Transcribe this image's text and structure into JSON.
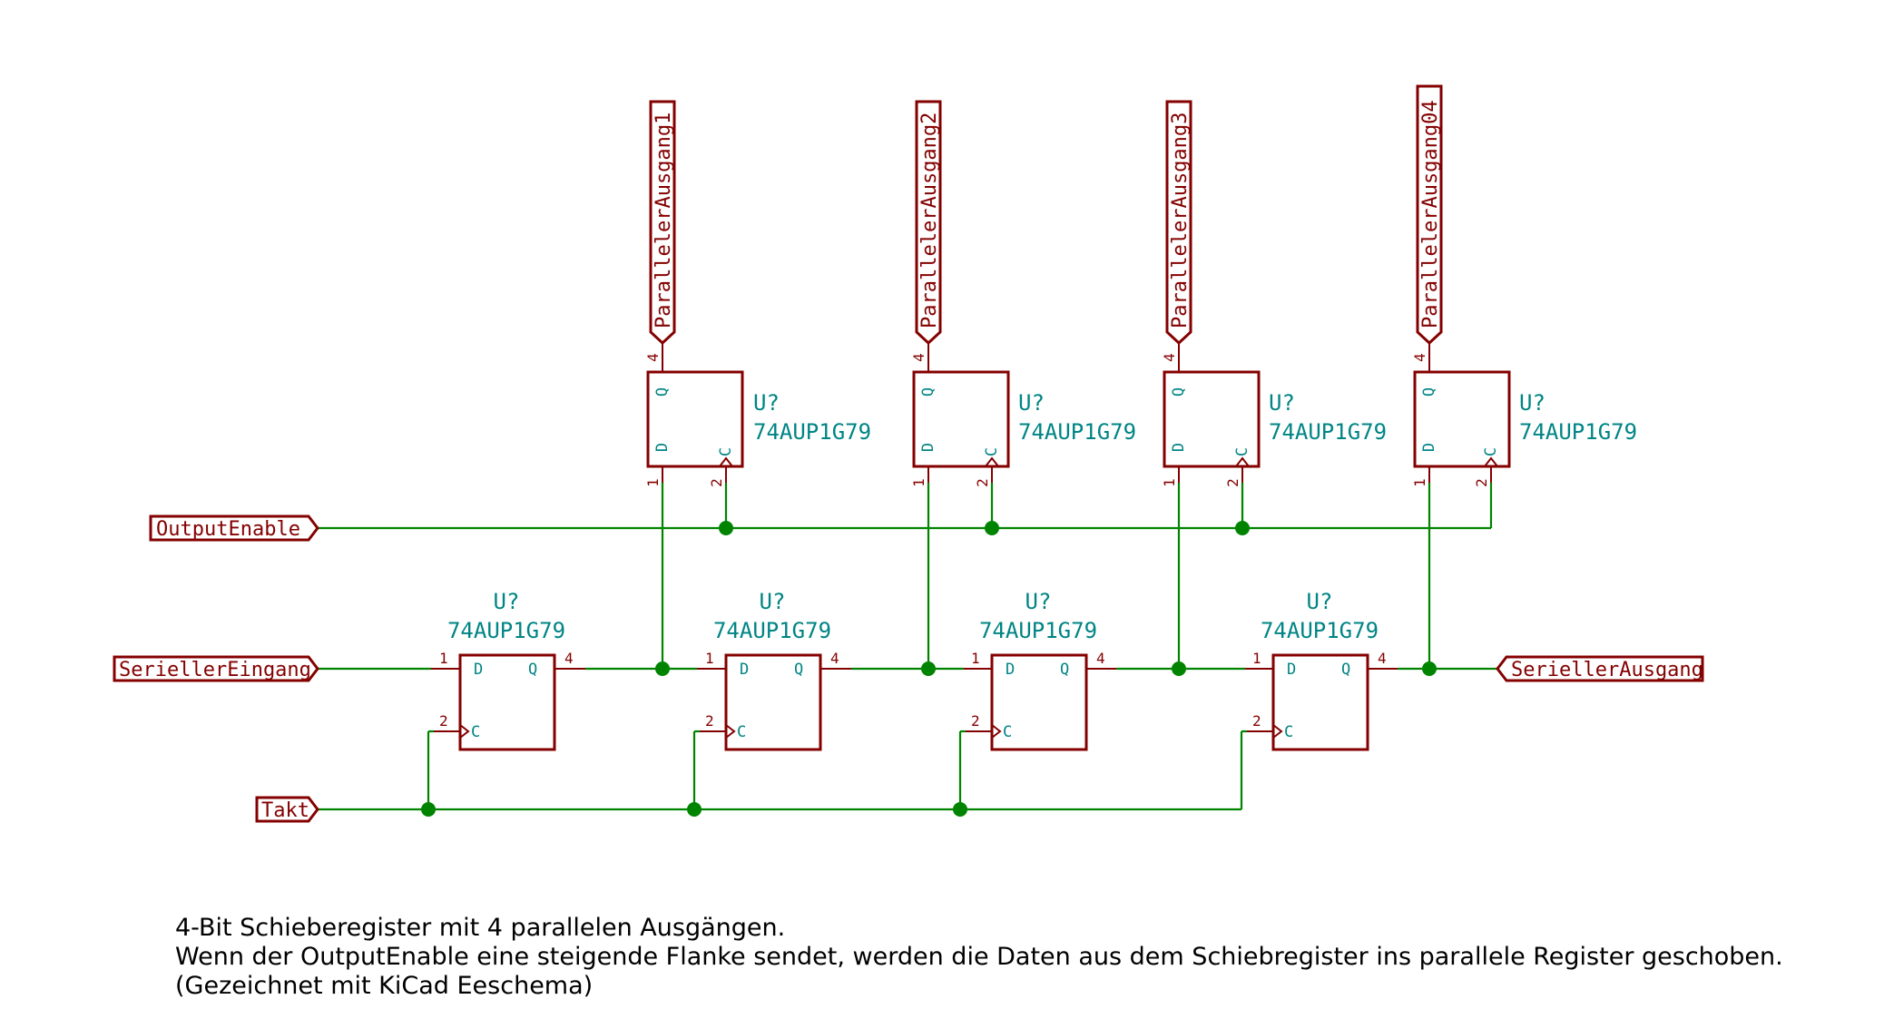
{
  "schematic": {
    "output_labels": [
      "ParallelerAusgang1",
      "ParallelerAusgang2",
      "ParallelerAusgang3",
      "ParallelerAusgang04"
    ],
    "input_labels": {
      "output_enable": "OutputEnable",
      "serial_in": "SeriellerEingang",
      "clock": "Takt"
    },
    "serial_out_label": "SeriellerAusgang",
    "component": {
      "reference": "U?",
      "value": "74AUP1G79",
      "pin_d": "D",
      "pin_q": "Q",
      "pin_c": "C",
      "pin_1": "1",
      "pin_2": "2",
      "pin_4": "4"
    },
    "wire_color": "#008400",
    "symbol_color": "#840000",
    "text_color": "#008484"
  },
  "notes": [
    "4-Bit Schieberegister mit 4 parallelen Ausgängen.",
    "Wenn der OutputEnable eine steigende Flanke sendet, werden die Daten aus dem Schiebregister ins parallele Register geschoben.",
    "(Gezeichnet mit KiCad Eeschema)"
  ]
}
